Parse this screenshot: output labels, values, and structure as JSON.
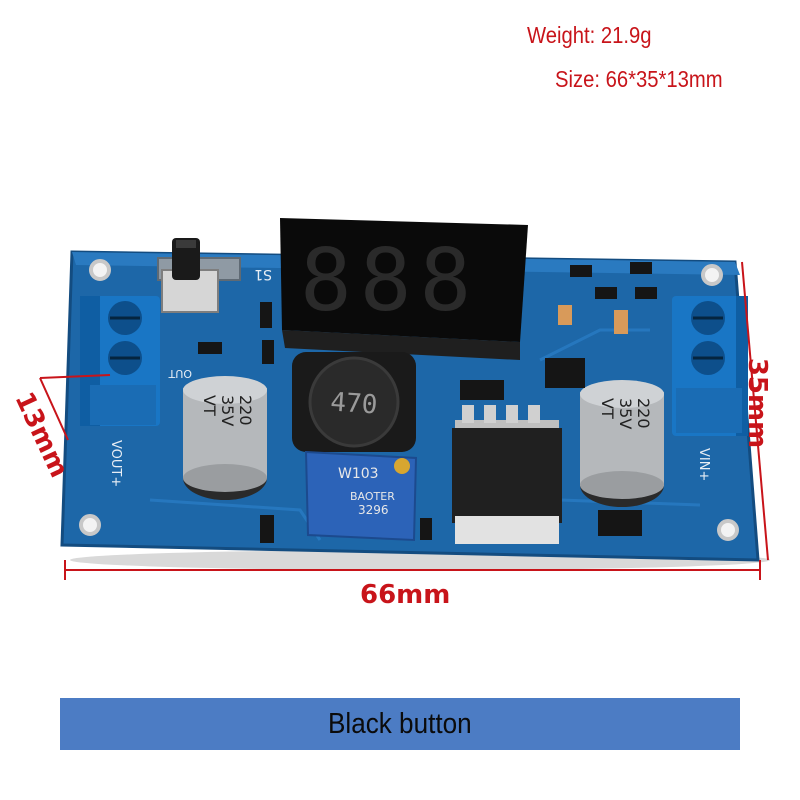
{
  "specs": {
    "weight": "Weight: 21.9g",
    "size": "Size: 66*35*13mm"
  },
  "dimensions": {
    "width": "66mm",
    "height": "35mm",
    "thickness": "13mm"
  },
  "board": {
    "pcb_color": "#1d67a8",
    "display_digits": "888",
    "inductor_label": "470",
    "capacitor_left": {
      "value": "220",
      "voltage": "35V",
      "mark": "VT"
    },
    "capacitor_right": {
      "value": "220",
      "voltage": "35V",
      "mark": "VT"
    },
    "trimmer_label": "W103",
    "trimmer_brand": "BAOTER",
    "trimmer_model": "3296",
    "silk_switch": "S1",
    "silk_output": "VOUT+",
    "silk_input": "VIN+",
    "silk_out": "OUT"
  },
  "caption": "Black button"
}
